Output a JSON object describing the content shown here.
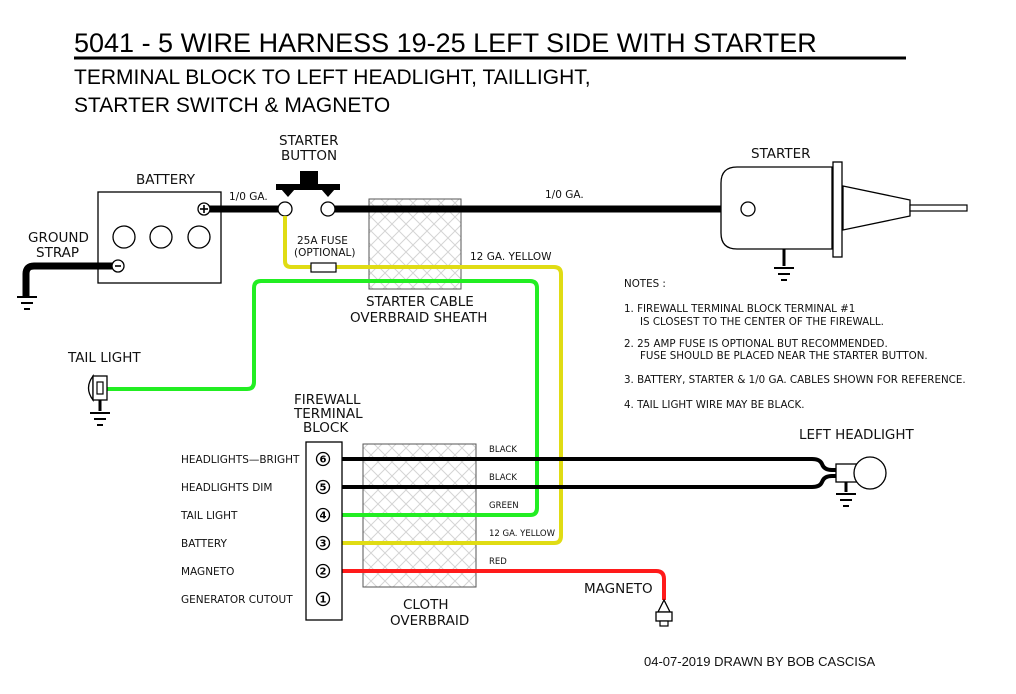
{
  "title": "5041 - 5 WIRE HARNESS  19-25  LEFT SIDE WITH STARTER",
  "subtitle_line1": "TERMINAL BLOCK TO LEFT HEADLIGHT, TAILLIGHT,",
  "subtitle_line2": "STARTER SWITCH & MAGNETO",
  "components": {
    "battery": "BATTERY",
    "ground_strap_line1": "GROUND",
    "ground_strap_line2": "STRAP",
    "starter_button_line1": "STARTER",
    "starter_button_line2": "BUTTON",
    "starter": "STARTER",
    "fuse_line1": "25A  FUSE",
    "fuse_line2": "(OPTIONAL)",
    "starter_sheath_line1": "STARTER  CABLE",
    "starter_sheath_line2": "OVERBRAID  SHEATH",
    "tail_light": "TAIL  LIGHT",
    "terminal_block_line1": "FIREWALL",
    "terminal_block_line2": "TERMINAL",
    "terminal_block_line3": "BLOCK",
    "cloth_overbraid_line1": "CLOTH",
    "cloth_overbraid_line2": "OVERBRAID",
    "left_headlight": "LEFT  HEADLIGHT",
    "magneto": "MAGNETO"
  },
  "cable_labels": {
    "battery_cable": "1/0  GA.",
    "starter_cable": "1/0  GA.",
    "yellow_top": "12  GA.  YELLOW"
  },
  "terminals": [
    {
      "number": "6",
      "function": "HEADLIGHTS—BRIGHT",
      "wire": "BLACK",
      "color": "#000000"
    },
    {
      "number": "5",
      "function": "HEADLIGHTS  DIM",
      "wire": "BLACK",
      "color": "#000000"
    },
    {
      "number": "4",
      "function": "TAIL  LIGHT",
      "wire": "GREEN",
      "color": "#22ee22"
    },
    {
      "number": "3",
      "function": "BATTERY",
      "wire": "12  GA.  YELLOW",
      "color": "#e0dc14"
    },
    {
      "number": "2",
      "function": "MAGNETO",
      "wire": "RED",
      "color": "#ff1a1a"
    },
    {
      "number": "1",
      "function": "GENERATOR  CUTOUT",
      "wire": "",
      "color": ""
    }
  ],
  "battery_terminals": {
    "positive": "+",
    "negative": "−"
  },
  "notes": {
    "heading": "NOTES  :",
    "items": [
      {
        "line1": "1.  FIREWALL  TERMINAL  BLOCK  TERMINAL  #1",
        "line2": "IS  CLOSEST  TO  THE  CENTER  OF  THE  FIREWALL."
      },
      {
        "line1": "2.  25  AMP  FUSE  IS  OPTIONAL  BUT  RECOMMENDED.",
        "line2": "FUSE  SHOULD  BE  PLACED  NEAR  THE  STARTER  BUTTON."
      },
      {
        "line1": "3.  BATTERY,  STARTER  &  1/0  GA.  CABLES  SHOWN  FOR  REFERENCE.",
        "line2": ""
      },
      {
        "line1": "4.  TAIL  LIGHT  WIRE  MAY  BE  BLACK.",
        "line2": ""
      }
    ]
  },
  "credit": "04-07-2019  DRAWN BY BOB CASCISA",
  "colors": {
    "black_wire": "#000000",
    "green_wire": "#22ee22",
    "yellow_wire": "#e0dc14",
    "red_wire": "#ff1a1a",
    "braid": "#d8d8d8"
  }
}
